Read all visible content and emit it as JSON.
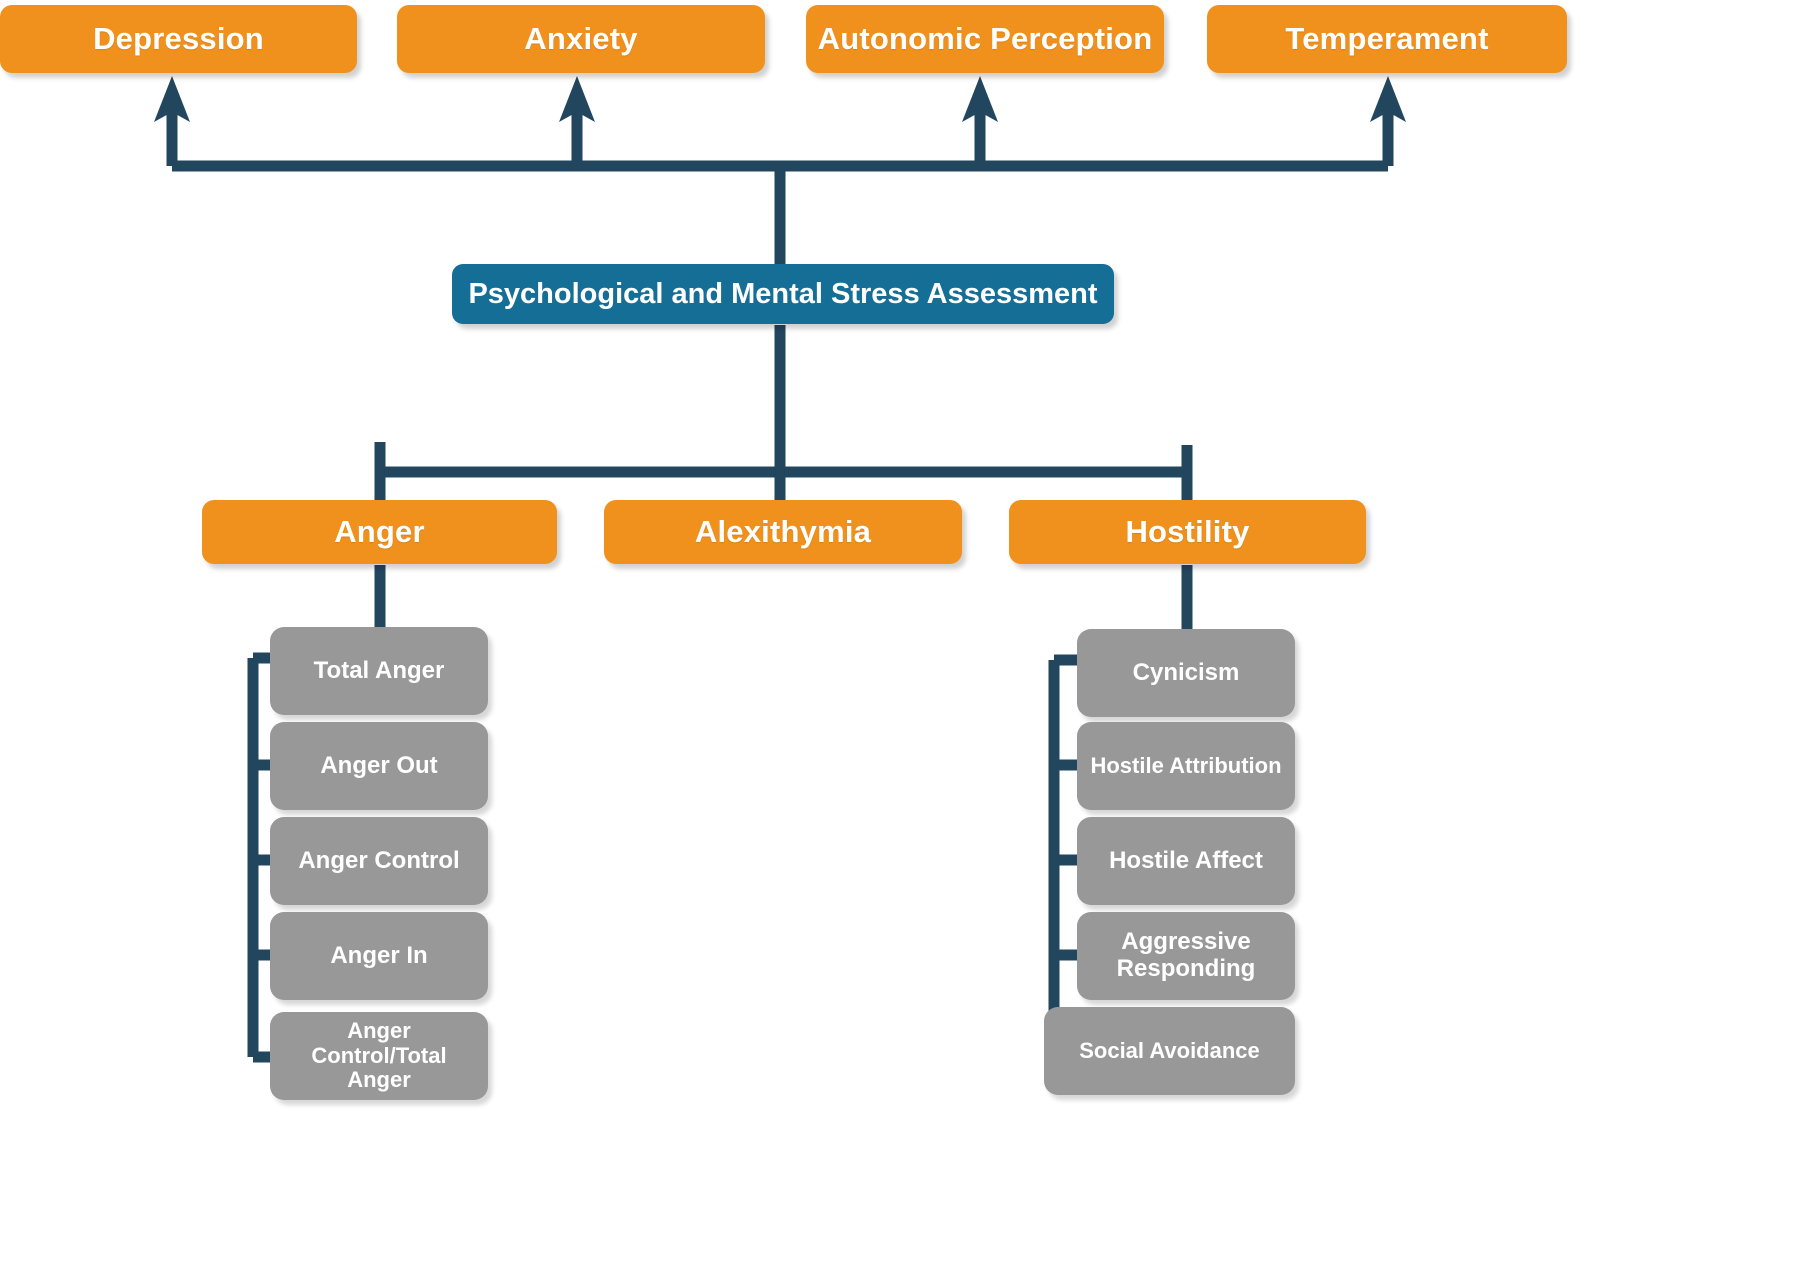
{
  "diagram": {
    "title": "Psychological and Mental Stress Assessment",
    "colors": {
      "orange": "#F0911E",
      "blue": "#156E96",
      "gray": "#989898",
      "connector": "#23465F",
      "text": "#FFFFFF",
      "background": "#FFFFFF"
    },
    "outcomes": [
      {
        "label": "Depression"
      },
      {
        "label": "Anxiety"
      },
      {
        "label": "Autonomic Perception"
      },
      {
        "label": "Temperament"
      }
    ],
    "root": {
      "label": "Psychological and Mental Stress Assessment"
    },
    "domains": [
      {
        "label": "Anger"
      },
      {
        "label": "Alexithymia"
      },
      {
        "label": "Hostility"
      }
    ],
    "anger_subscales": [
      {
        "label": "Total Anger"
      },
      {
        "label": "Anger Out"
      },
      {
        "label": "Anger Control"
      },
      {
        "label": "Anger In"
      },
      {
        "label": "Anger Control/Total Anger"
      }
    ],
    "hostility_subscales": [
      {
        "label": "Cynicism"
      },
      {
        "label": "Hostile Attribution"
      },
      {
        "label": "Hostile Affect"
      },
      {
        "label": "Aggressive Responding"
      },
      {
        "label": "Social Avoidance"
      }
    ]
  }
}
